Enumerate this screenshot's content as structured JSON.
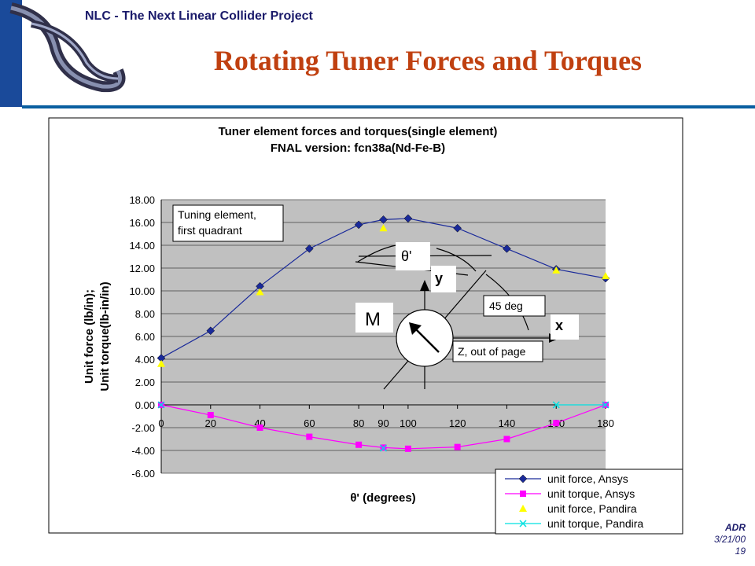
{
  "header": {
    "project": "NLC - The Next Linear Collider Project",
    "title": "Rotating Tuner Forces and Torques"
  },
  "footer": {
    "author": "ADR",
    "date": "3/21/00",
    "page": "19"
  },
  "chart_data": {
    "type": "line",
    "title": [
      "Tuner element forces and torques(single element)",
      "FNAL version: fcn38a(Nd-Fe-B)"
    ],
    "xlabel": "θ' (degrees)",
    "ylabel": [
      "Unit force (lb/in);",
      "Unit torque(lb-in/in)"
    ],
    "xlim": [
      0,
      180
    ],
    "ylim": [
      -6,
      18
    ],
    "x_ticks": [
      "0",
      "20",
      "40",
      "60",
      "80",
      "90",
      "100",
      "120",
      "140",
      "160",
      "180"
    ],
    "y_ticks": [
      "18.00",
      "16.00",
      "14.00",
      "12.00",
      "10.00",
      "8.00",
      "6.00",
      "4.00",
      "2.00",
      "0.00",
      "-2.00",
      "-4.00",
      "-6.00"
    ],
    "grid": true,
    "legend_position": "bottom-right",
    "series": [
      {
        "name": "unit force, Ansys",
        "color": "#1a2a9a",
        "marker": "diamond",
        "x": [
          0,
          20,
          40,
          60,
          80,
          90,
          100,
          120,
          140,
          160,
          180
        ],
        "y": [
          4.1,
          6.5,
          10.4,
          13.7,
          15.8,
          16.25,
          16.35,
          15.5,
          13.7,
          11.9,
          11.1
        ]
      },
      {
        "name": "unit torque, Ansys",
        "color": "#ff00ff",
        "marker": "square",
        "x": [
          0,
          20,
          40,
          60,
          80,
          90,
          100,
          120,
          140,
          160,
          180
        ],
        "y": [
          0.0,
          -0.9,
          -2.0,
          -2.8,
          -3.5,
          -3.75,
          -3.85,
          -3.7,
          -3.0,
          -1.6,
          0.0
        ]
      },
      {
        "name": "unit force, Pandira",
        "color": "#ffff00",
        "marker": "triangle",
        "x": [
          0,
          40,
          90,
          160,
          180
        ],
        "y": [
          3.6,
          9.9,
          15.5,
          11.8,
          11.3
        ]
      },
      {
        "name": "unit torque, Pandira",
        "color": "#00e0e0",
        "marker": "x",
        "x": [
          0,
          90,
          160,
          180
        ],
        "y": [
          0.0,
          -3.8,
          0.0,
          0.0
        ]
      }
    ],
    "annotations": {
      "quadrant_note": [
        "Tuning element,",
        "first quadrant"
      ],
      "theta_label": "θ'",
      "y_axis": "y",
      "x_axis": "x",
      "magnet_label": "M",
      "angle_label": "45 deg",
      "z_label": "Z, out of page"
    }
  }
}
